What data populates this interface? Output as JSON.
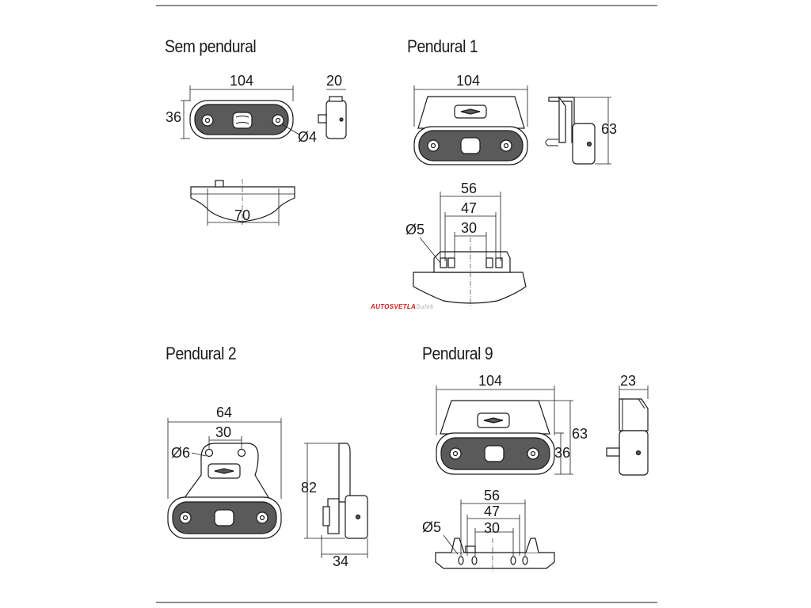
{
  "views": [
    {
      "title": "Sem pendural",
      "dims": {
        "width": "104",
        "height": "36",
        "depth": "20",
        "hole": "Ø4",
        "spacing": "70"
      }
    },
    {
      "title": "Pendural 1",
      "dims": {
        "width": "104",
        "height": "63",
        "span_outer": "56",
        "span_mid": "47",
        "span_inner": "30",
        "hole": "Ø5"
      }
    },
    {
      "title": "Pendural 2",
      "dims": {
        "width": "64",
        "spacing": "30",
        "hole": "Ø6",
        "height": "82",
        "depth": "34"
      }
    },
    {
      "title": "Pendural 9",
      "dims": {
        "width": "104",
        "height": "63",
        "lamp_height": "36",
        "depth": "23",
        "span_outer": "56",
        "span_mid": "47",
        "span_inner": "30",
        "hole": "Ø5"
      }
    }
  ],
  "watermark": {
    "brand": "AUTOSVETLA",
    "suffix": "Sulek"
  }
}
